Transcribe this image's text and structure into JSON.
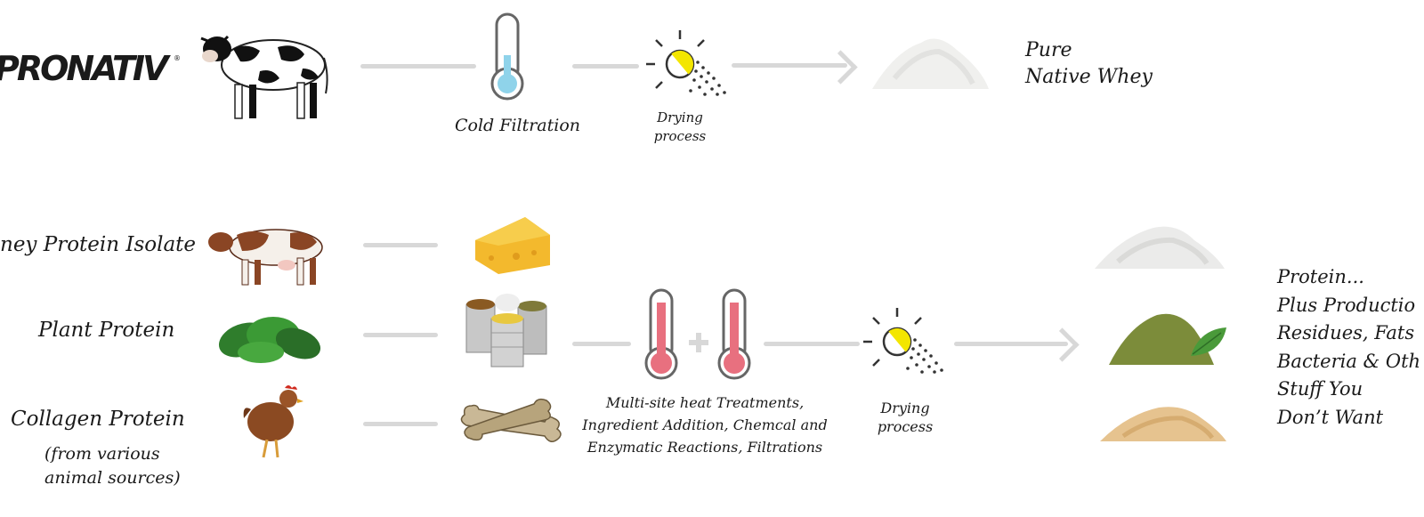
{
  "top_row": {
    "brand": "PRONATIV",
    "step_cold": "Cold Filtration",
    "step_dry_line1": "Drying",
    "step_dry_line2": "process",
    "result_line1": "Pure",
    "result_line2": "Native Whey"
  },
  "bottom_row": {
    "sources": [
      {
        "label": "ney Protein Isolate"
      },
      {
        "label": "Plant Protein"
      },
      {
        "label": "Collagen Protein"
      }
    ],
    "collagen_note_line1": "(from various",
    "collagen_note_line2": "animal sources)",
    "process_line1": "Multi-site heat Treatments,",
    "process_line2": "Ingredient Addition, Chemcal and",
    "process_line3": "Enzymatic Reactions, Filtrations",
    "step_dry_line1": "Drying",
    "step_dry_line2": "process",
    "result_lines": [
      "Protein...",
      "Plus Productio",
      "Residues, Fats",
      "Bacteria & Oth",
      "Stuff You",
      "Don’t Want"
    ]
  },
  "colors": {
    "line": "#d8d8d8",
    "cold_fill": "#8fd3ea",
    "hot_fill": "#e8707f",
    "sun": "#f3e600"
  },
  "icons": [
    "cow-icon",
    "thermometer-cold-icon",
    "drying-sun-icon",
    "powder-icon",
    "cheese-icon",
    "cans-icon",
    "bone-icon",
    "hen-icon",
    "spinach-icon",
    "thermometer-hot-icon"
  ]
}
